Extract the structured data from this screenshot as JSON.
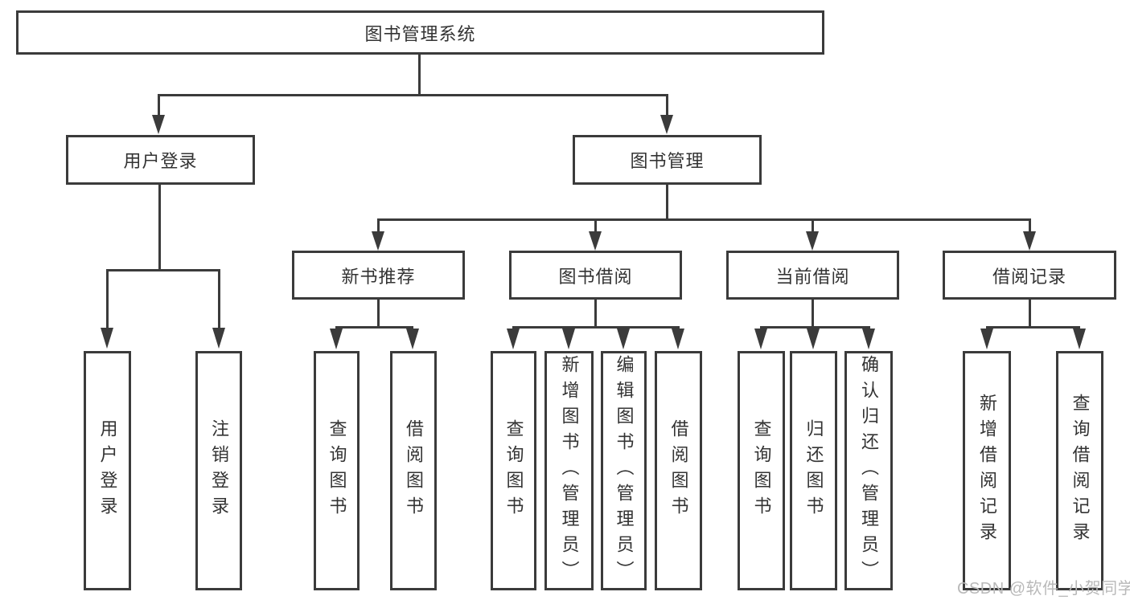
{
  "tree": {
    "root": "图书管理系统",
    "level1": [
      "用户登录",
      "图书管理"
    ],
    "level2": [
      "新书推荐",
      "图书借阅",
      "当前借阅",
      "借阅记录"
    ],
    "leaves_login": [
      "用户登录",
      "注销登录"
    ],
    "leaves_recommend": [
      "查询图书",
      "借阅图书"
    ],
    "leaves_borrow": [
      "查询图书",
      "新增图书（管理员）",
      "编辑图书（管理员）",
      "借阅图书"
    ],
    "leaves_current": [
      "查询图书",
      "归还图书",
      "确认归还（管理员）"
    ],
    "leaves_record": [
      "新增借阅记录",
      "查询借阅记录"
    ]
  },
  "watermark": "CSDN @软件_小贺同学",
  "colors": {
    "line": "#3b3b3b",
    "text": "#333333",
    "watermark": "#b9b9b9",
    "background": "#ffffff"
  }
}
